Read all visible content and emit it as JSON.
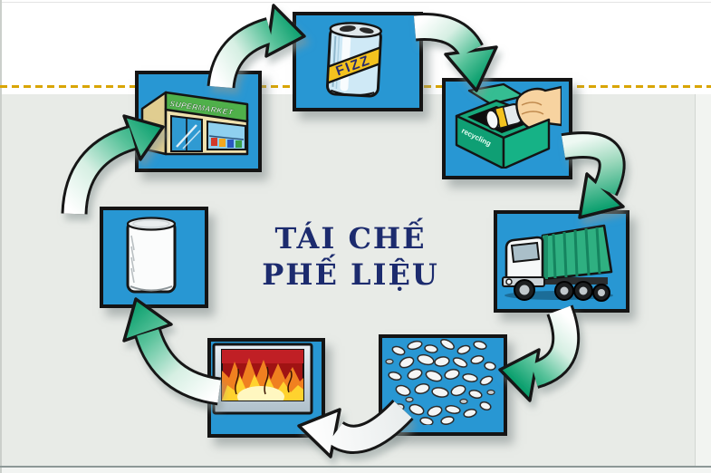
{
  "title": {
    "line1": "TÁI CHẾ",
    "line2": "PHẾ LIỆU"
  },
  "colors": {
    "box_blue": "#2897d3",
    "arrow_green": "#089e6c",
    "panel_gray": "#e8ebe7",
    "dash_line_orange": "#d9a504",
    "title_navy": "#1c2b6e",
    "outline_black": "#141414",
    "bin_green": "#129f76",
    "sign_green": "#4fb04a",
    "band_yellow": "#f3c21f"
  },
  "diagram": {
    "type": "cycle",
    "subject": "drink-can recycling loop",
    "steps": [
      {
        "id": "drink-can",
        "label": "FIZZ",
        "depicts": "full fizzy drink can"
      },
      {
        "id": "recycling-bin",
        "label": "recycling",
        "depicts": "hand dropping can into green recycling bin"
      },
      {
        "id": "garbage-truck",
        "label": "",
        "depicts": "collection truck"
      },
      {
        "id": "shredded-metal",
        "label": "",
        "depicts": "shredded metal scraps"
      },
      {
        "id": "furnace",
        "label": "",
        "depicts": "scrap melted in furnace"
      },
      {
        "id": "blank-can",
        "label": "",
        "depicts": "new blank can"
      },
      {
        "id": "supermarket",
        "label": "SUPERMARKET",
        "depicts": "supermarket storefront"
      }
    ]
  }
}
